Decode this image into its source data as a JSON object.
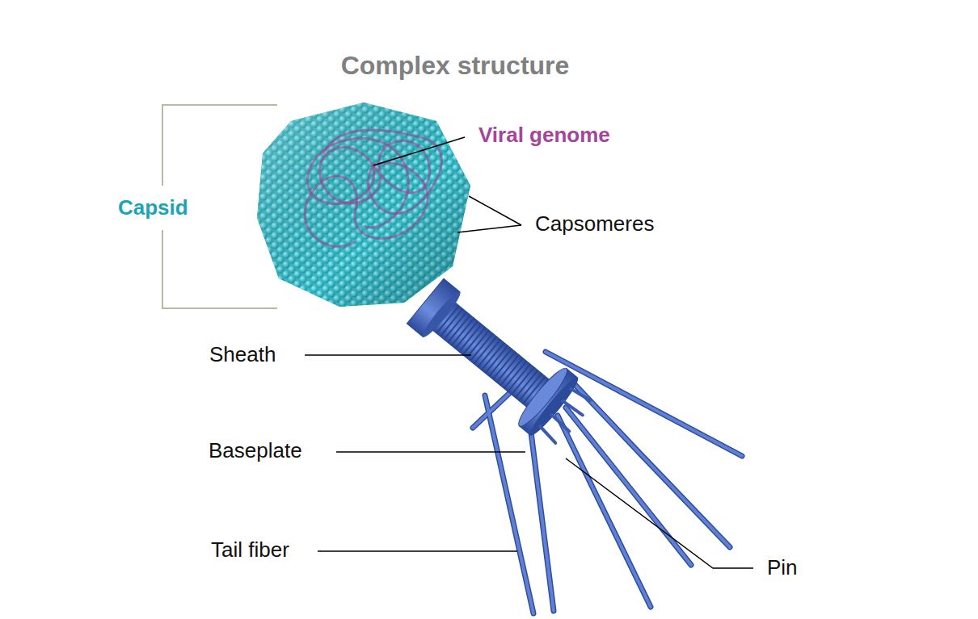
{
  "diagram": {
    "title": "Complex structure",
    "labels": [
      "Capsid",
      "Viral genome",
      "Capsomeres",
      "Sheath",
      "Baseplate",
      "Tail fiber",
      "Pin"
    ]
  }
}
